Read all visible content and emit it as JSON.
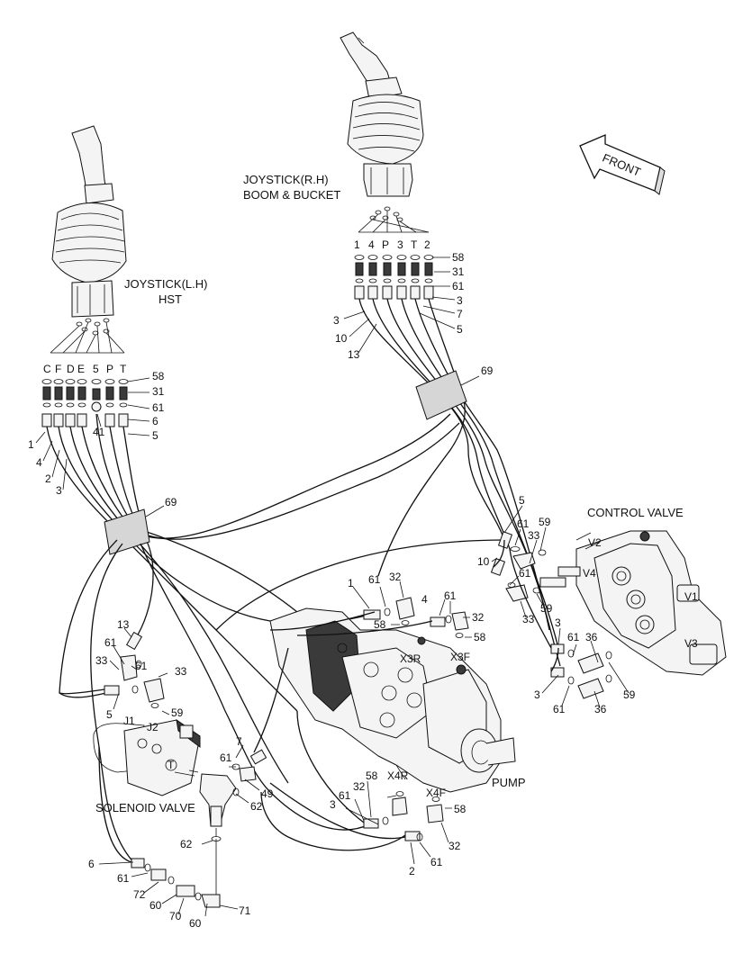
{
  "titles": {
    "joystick_rh_line1": "JOYSTICK(R.H)",
    "joystick_rh_line2": "BOOM & BUCKET",
    "joystick_lh_line1": "JOYSTICK(L.H)",
    "joystick_lh_line2": "HST",
    "front": "FRONT",
    "control_valve": "CONTROL VALVE",
    "pump": "PUMP",
    "solenoid_valve": "SOLENOID VALVE"
  },
  "port_letters_lh": [
    "C",
    "F",
    "D",
    "E",
    "5",
    "P",
    "T"
  ],
  "port_letters_rh": [
    "1",
    "4",
    "P",
    "3",
    "T",
    "2"
  ],
  "callouts": {
    "lh_58": "58",
    "lh_31": "31",
    "lh_61": "61",
    "lh_6": "6",
    "lh_5": "5",
    "lh_41": "41",
    "lh_1": "1",
    "lh_4": "4",
    "lh_2": "2",
    "lh_3": "3",
    "lh_69": "69",
    "rh_58": "58",
    "rh_31": "31",
    "rh_61": "61",
    "rh_3a": "3",
    "rh_7": "7",
    "rh_5": "5",
    "rh_3b": "3",
    "rh_10": "10",
    "rh_13": "13",
    "rh_69": "69",
    "cv_5": "5",
    "cv_61a": "61",
    "cv_59a": "59",
    "cv_33a": "33",
    "cv_10": "10",
    "cv_61b": "61",
    "cv_59b": "59",
    "cv_33b": "33",
    "cv_3a": "3",
    "cv_61c": "61",
    "cv_36a": "36",
    "cv_59c": "59",
    "cv_3b": "3",
    "cv_61d": "61",
    "cv_36b": "36",
    "v1": "V1",
    "v2": "V2",
    "v3": "V3",
    "v4": "V4",
    "p_1": "1",
    "p_61a": "61",
    "p_32a": "32",
    "p_58a": "58",
    "p_4": "4",
    "p_61b": "61",
    "p_32b": "32",
    "p_58b": "58",
    "x3r": "X3R",
    "x3f": "X3F",
    "x4r": "X4R",
    "x4f": "X4F",
    "p_58c": "58",
    "p_32c": "32",
    "p_61c": "61",
    "p_3": "3",
    "p_58d": "58",
    "p_32d": "32",
    "p_61d": "61",
    "p_2": "2",
    "s_13": "13",
    "s_61a": "61",
    "s_33a": "33",
    "s_61b": "61",
    "s_33b": "33",
    "s_5": "5",
    "s_59": "59",
    "j1": "J1",
    "j2": "J2",
    "t": "T",
    "s_7": "7",
    "s_61c": "61",
    "s_49": "49",
    "s_62a": "62",
    "s_62b": "62",
    "s_6": "6",
    "s_61d": "61",
    "s_72": "72",
    "s_60a": "60",
    "s_70": "70",
    "s_60b": "60",
    "s_71": "71"
  }
}
